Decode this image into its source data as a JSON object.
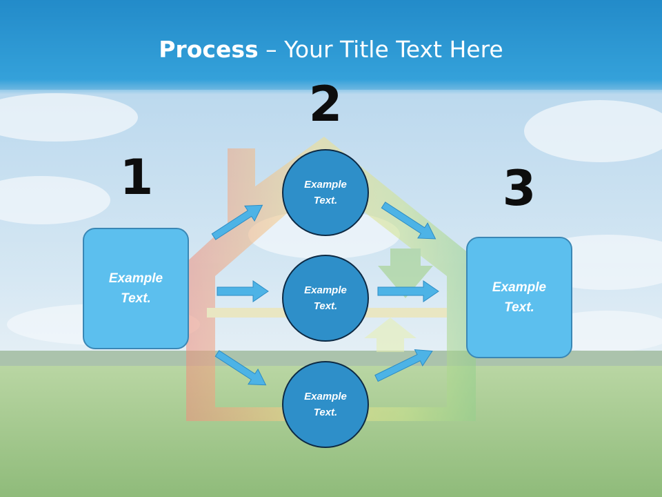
{
  "slide": {
    "title_bold": "Process",
    "title_rest": " – Your Title Text Here"
  },
  "steps": {
    "step1": {
      "number": "1",
      "box": {
        "line1": "Example",
        "line2": "Text."
      }
    },
    "step2": {
      "number": "2",
      "circles": [
        {
          "line1": "Example",
          "line2": "Text."
        },
        {
          "line1": "Example",
          "line2": "Text."
        },
        {
          "line1": "Example",
          "line2": "Text."
        }
      ]
    },
    "step3": {
      "number": "3",
      "box": {
        "line1": "Example",
        "line2": "Text."
      }
    }
  },
  "colors": {
    "sky_top": "#1e86c6",
    "sky_band": "#3aa9e0",
    "box_fill": "#5cbfee",
    "circle_fill": "#2e8fc9",
    "arrow": "#4db3e6",
    "grass": "#8fbf6a"
  },
  "icons": [
    "right-arrow-icon",
    "house-outline-icon"
  ]
}
